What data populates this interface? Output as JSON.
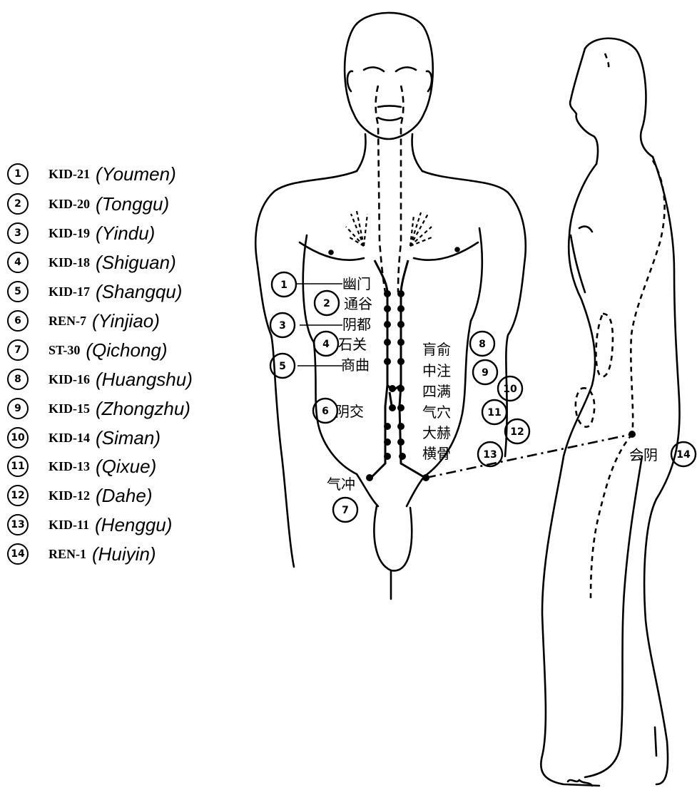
{
  "legend": [
    {
      "num": "1",
      "code": "KID-21",
      "name": "(Youmen)"
    },
    {
      "num": "2",
      "code": "KID-20",
      "name": "(Tonggu)"
    },
    {
      "num": "3",
      "code": "KID-19",
      "name": "(Yindu)"
    },
    {
      "num": "4",
      "code": "KID-18",
      "name": "(Shiguan)"
    },
    {
      "num": "5",
      "code": "KID-17",
      "name": "(Shangqu)"
    },
    {
      "num": "6",
      "code": "REN-7",
      "name": "(Yinjiao)"
    },
    {
      "num": "7",
      "code": "ST-30",
      "name": "(Qichong)"
    },
    {
      "num": "8",
      "code": "KID-16",
      "name": "(Huangshu)"
    },
    {
      "num": "9",
      "code": "KID-15",
      "name": "(Zhongzhu)"
    },
    {
      "num": "10",
      "code": "KID-14",
      "name": "(Siman)"
    },
    {
      "num": "11",
      "code": "KID-13",
      "name": "(Qixue)"
    },
    {
      "num": "12",
      "code": "KID-12",
      "name": "(Dahe)"
    },
    {
      "num": "13",
      "code": "KID-11",
      "name": "(Henggu)"
    },
    {
      "num": "14",
      "code": "REN-1",
      "name": "(Huiyin)"
    }
  ],
  "diagram": {
    "left_labels": [
      "幽门",
      "通谷",
      "阴都",
      "石关",
      "商曲",
      "阴交",
      "气冲"
    ],
    "right_labels": [
      "肓俞",
      "中注",
      "四满",
      "气穴",
      "大赫",
      "横骨"
    ],
    "side_label": "会阴",
    "callouts": {
      "c1": "1",
      "c2": "2",
      "c3": "3",
      "c4": "4",
      "c5": "5",
      "c6": "6",
      "c7": "7",
      "c8": "8",
      "c9": "9",
      "c10": "10",
      "c11": "11",
      "c12": "12",
      "c13": "13",
      "c14": "14"
    }
  }
}
